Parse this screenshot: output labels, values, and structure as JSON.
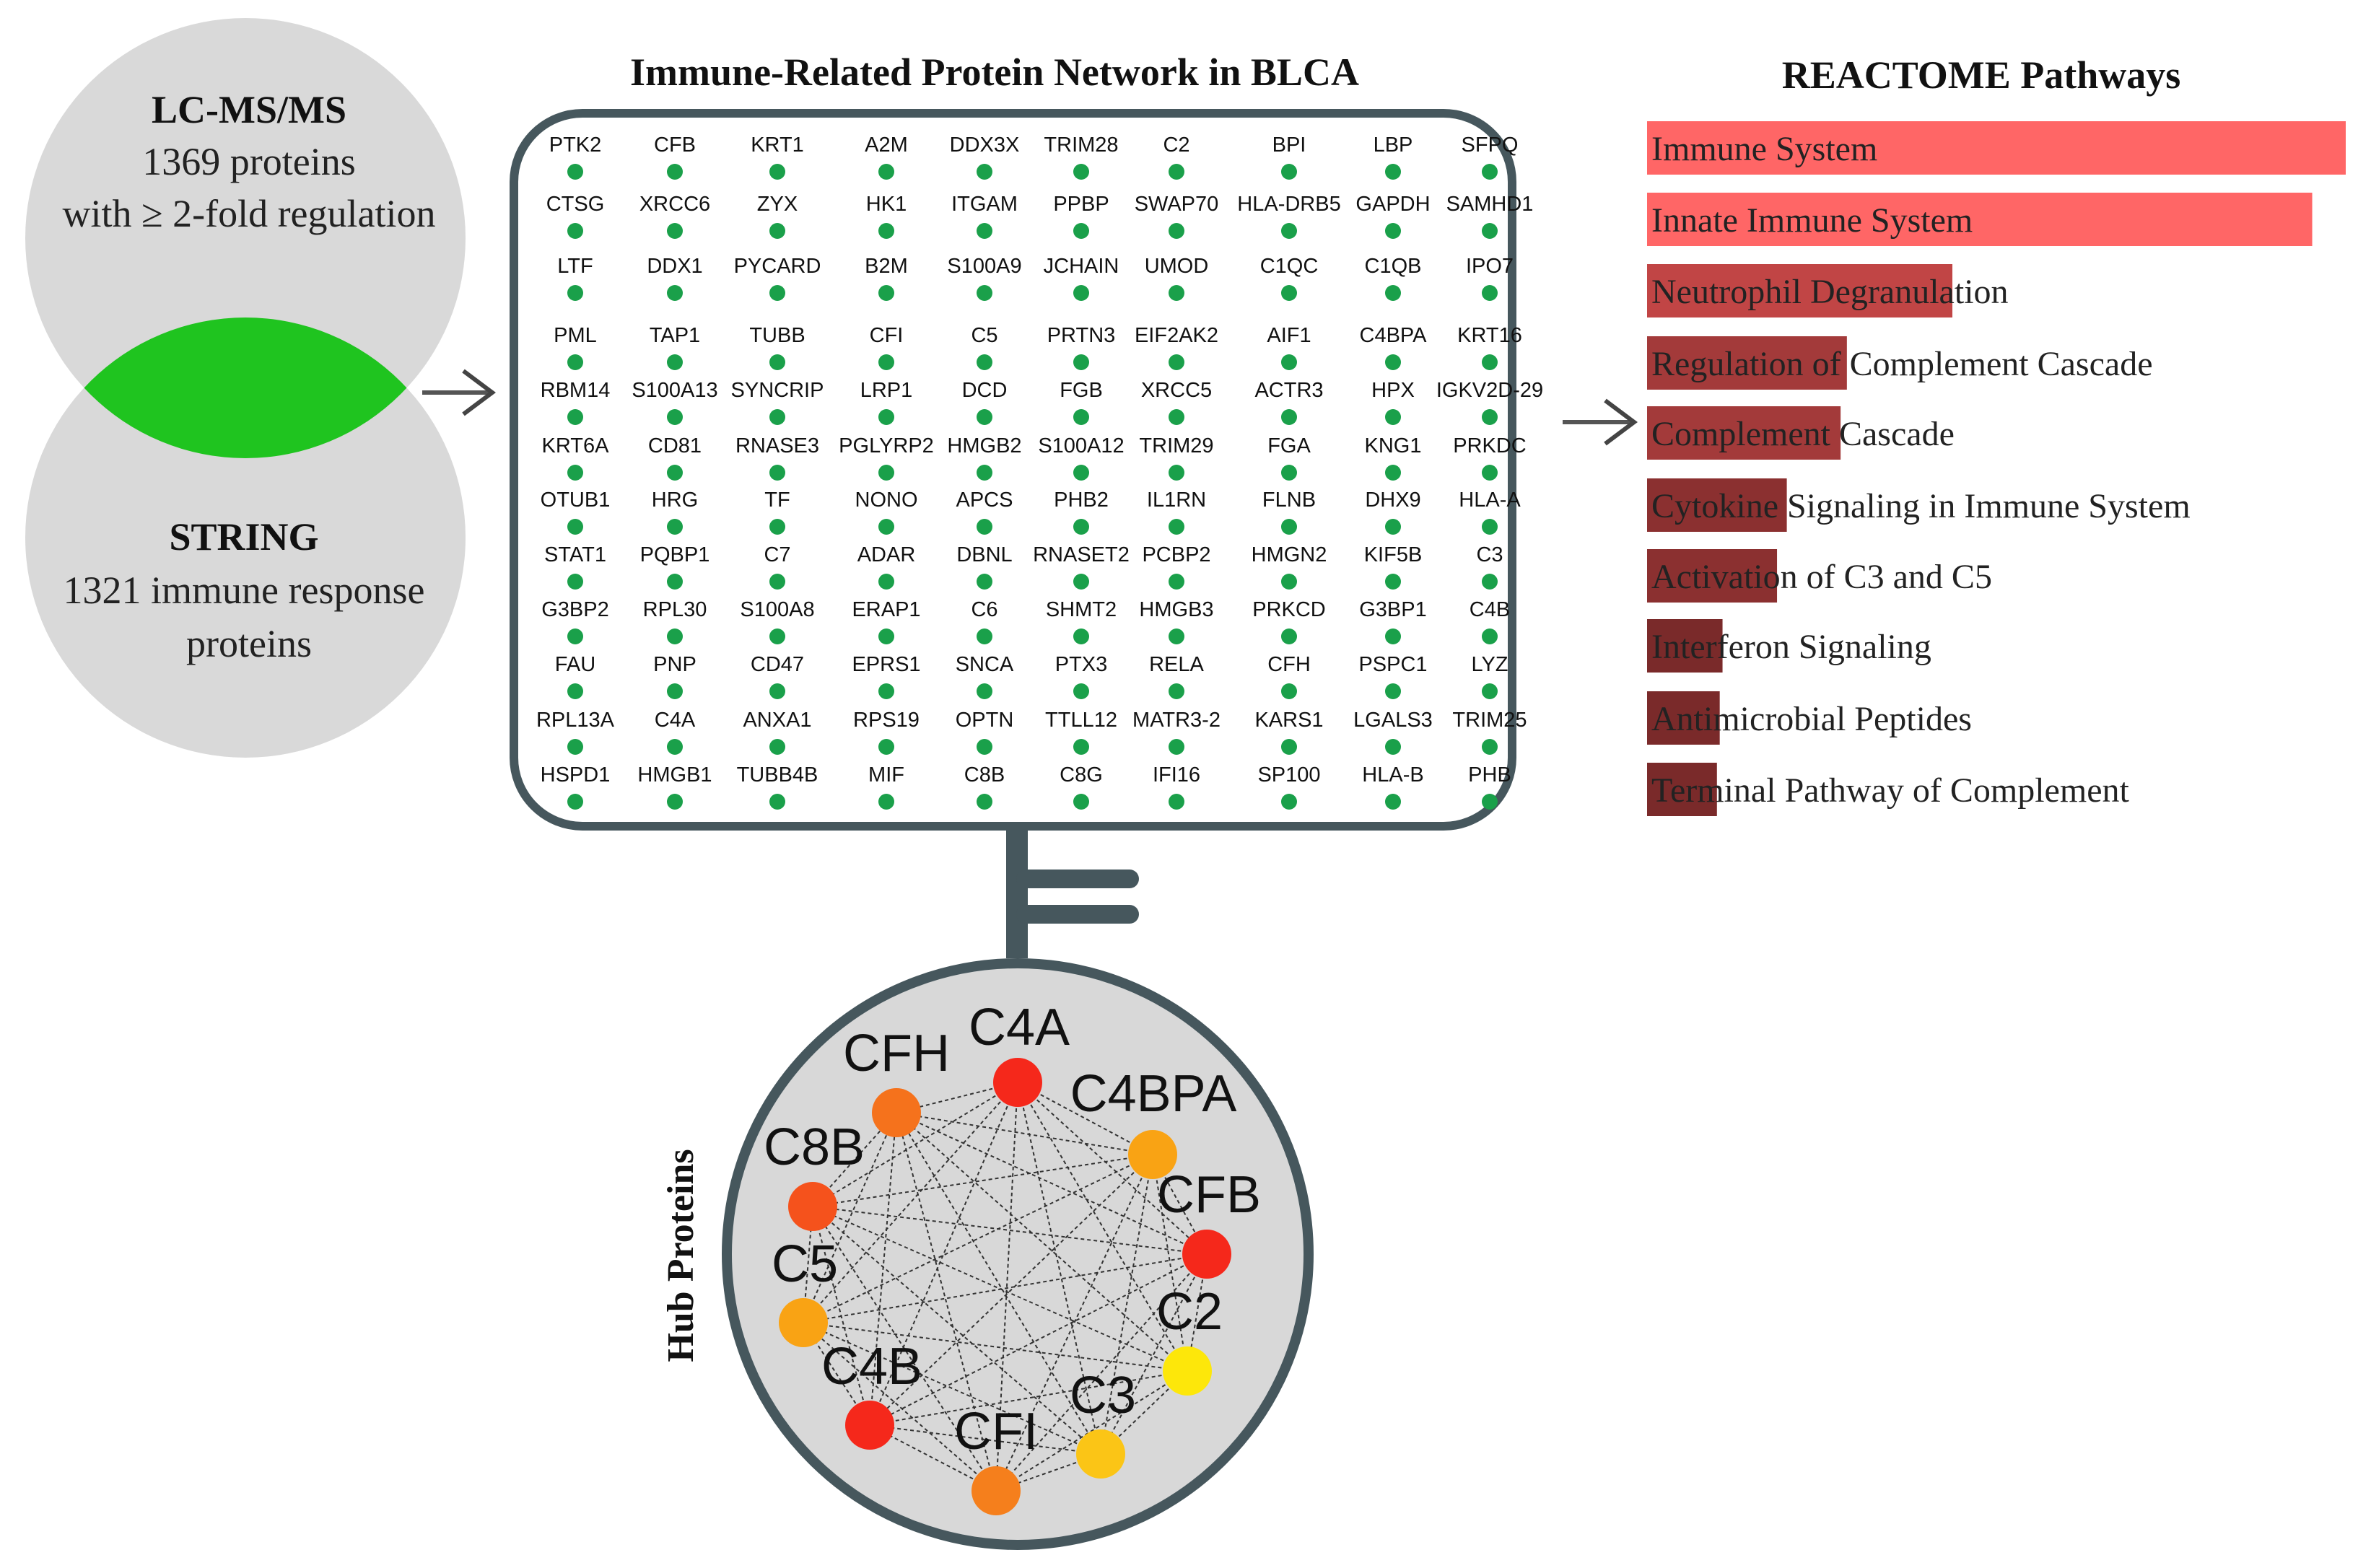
{
  "venn": {
    "top": {
      "title": "LC-MS/MS",
      "line1": "1369 proteins",
      "line2": "with ≥ 2-fold regulation"
    },
    "bottom": {
      "title": "STRING",
      "line1": "1321 immune response",
      "line2": "proteins"
    },
    "circle_color": "#d9d9d9",
    "overlap_color": "#1fc41f"
  },
  "network": {
    "title": "Immune-Related Protein Network in BLCA",
    "node_color": "#1aa04a",
    "grid": [
      [
        "PTK2",
        "CFB",
        "KRT1",
        "A2M",
        "DDX3X",
        "TRIM28",
        "C2",
        "BPI",
        "LBP",
        "SFPQ"
      ],
      [
        "CTSG",
        "XRCC6",
        "ZYX",
        "HK1",
        "ITGAM",
        "PPBP",
        "SWAP70",
        "HLA-DRB5",
        "GAPDH",
        "SAMHD1"
      ],
      [
        "LTF",
        "DDX1",
        "PYCARD",
        "B2M",
        "S100A9",
        "JCHAIN",
        "UMOD",
        "C1QC",
        "C1QB",
        "IPO7"
      ],
      [
        "PML",
        "TAP1",
        "TUBB",
        "CFI",
        "C5",
        "PRTN3",
        "EIF2AK2",
        "AIF1",
        "C4BPA",
        "KRT16"
      ],
      [
        "RBM14",
        "S100A13",
        "SYNCRIP",
        "LRP1",
        "DCD",
        "FGB",
        "XRCC5",
        "ACTR3",
        "HPX",
        "IGKV2D-29"
      ],
      [
        "KRT6A",
        "CD81",
        "RNASE3",
        "PGLYRP2",
        "HMGB2",
        "S100A12",
        "TRIM29",
        "FGA",
        "KNG1",
        "PRKDC"
      ],
      [
        "OTUB1",
        "HRG",
        "TF",
        "NONO",
        "APCS",
        "PHB2",
        "IL1RN",
        "FLNB",
        "DHX9",
        "HLA-A"
      ],
      [
        "STAT1",
        "PQBP1",
        "C7",
        "ADAR",
        "DBNL",
        "RNASET2",
        "PCBP2",
        "HMGN2",
        "KIF5B",
        "C3"
      ],
      [
        "G3BP2",
        "RPL30",
        "S100A8",
        "ERAP1",
        "C6",
        "SHMT2",
        "HMGB3",
        "PRKCD",
        "G3BP1",
        "C4B"
      ],
      [
        "FAU",
        "PNP",
        "CD47",
        "EPRS1",
        "SNCA",
        "PTX3",
        "RELA",
        "CFH",
        "PSPC1",
        "LYZ"
      ],
      [
        "RPL13A",
        "C4A",
        "ANXA1",
        "RPS19",
        "OPTN",
        "TTLL12",
        "MATR3-2",
        "KARS1",
        "LGALS3",
        "TRIM25"
      ],
      [
        "HSPD1",
        "HMGB1",
        "TUBB4B",
        "MIF",
        "C8B",
        "C8G",
        "IFI16",
        "SP100",
        "HLA-B",
        "PHB"
      ]
    ]
  },
  "hub": {
    "title": "Hub Proteins",
    "nodes": [
      {
        "name": "C4A",
        "color": "#f5281b"
      },
      {
        "name": "C4BPA",
        "color": "#f9a314"
      },
      {
        "name": "CFB",
        "color": "#f5281b"
      },
      {
        "name": "C2",
        "color": "#fde70a"
      },
      {
        "name": "C3",
        "color": "#fbc516"
      },
      {
        "name": "CFI",
        "color": "#f57f1c"
      },
      {
        "name": "C4B",
        "color": "#f5281b"
      },
      {
        "name": "C5",
        "color": "#f9a314"
      },
      {
        "name": "C8B",
        "color": "#f5521c"
      },
      {
        "name": "CFH",
        "color": "#f5721c"
      }
    ]
  },
  "reactome": {
    "title": "REACTOME Pathways",
    "pathways": [
      {
        "label": "Immune System",
        "value": 1.0,
        "color": "#ff6666"
      },
      {
        "label": "Innate Immune System",
        "value": 0.952,
        "color": "#ff6666"
      },
      {
        "label": "Neutrophil Degranulation",
        "value": 0.437,
        "color": "#c14545"
      },
      {
        "label": "Regulation of Complement Cascade",
        "value": 0.286,
        "color": "#a33a3a"
      },
      {
        "label": "Complement Cascade",
        "value": 0.277,
        "color": "#a33a3a"
      },
      {
        "label": "Cytokine Signaling in Immune System",
        "value": 0.2,
        "color": "#8b3030"
      },
      {
        "label": "Activation of C3 and C5",
        "value": 0.186,
        "color": "#8b3030"
      },
      {
        "label": "Interferon Signaling",
        "value": 0.108,
        "color": "#7a2a2a"
      },
      {
        "label": "Antimicrobial Peptides",
        "value": 0.104,
        "color": "#7a2a2a"
      },
      {
        "label": "Terminal Pathway of Complement",
        "value": 0.1,
        "color": "#7a2a2a"
      }
    ]
  }
}
